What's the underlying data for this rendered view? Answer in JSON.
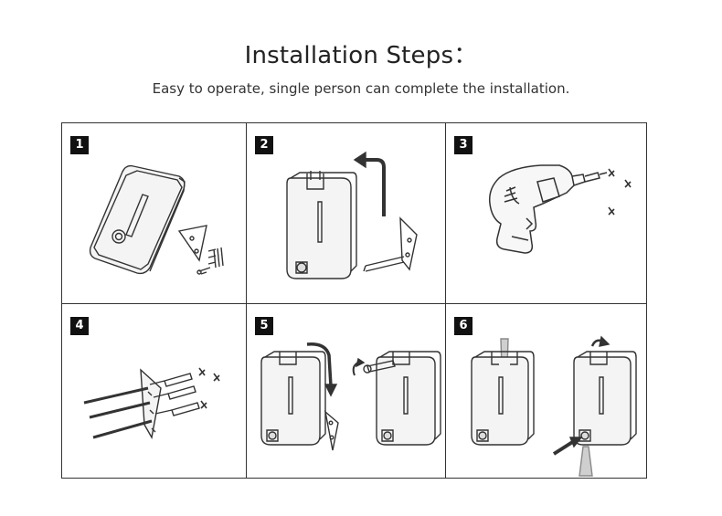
{
  "header": {
    "title": "Installation Steps：",
    "subtitle": "Easy to operate, single person can complete the installation."
  },
  "steps": [
    {
      "number": "1",
      "illustration": "dispenser-and-bracket-icon"
    },
    {
      "number": "2",
      "illustration": "remove-bracket-icon"
    },
    {
      "number": "3",
      "illustration": "drill-icon"
    },
    {
      "number": "4",
      "illustration": "screws-anchors-icon"
    },
    {
      "number": "5",
      "illustration": "mount-dispenser-icon"
    },
    {
      "number": "6",
      "illustration": "fill-and-lock-icon"
    }
  ]
}
